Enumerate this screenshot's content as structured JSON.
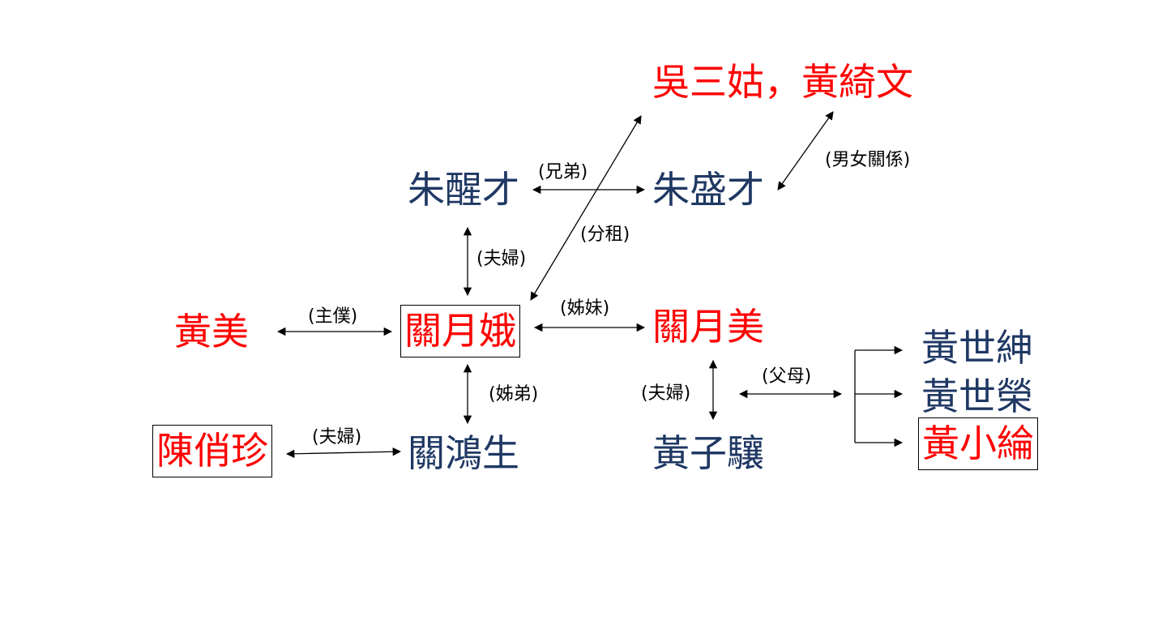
{
  "people": {
    "wu_huang": "吳三姑，黃綺文",
    "zhu_xingcai": "朱醒才",
    "zhu_shengcai": "朱盛才",
    "huang_mei": "黃美",
    "guan_yuee": "關月娥",
    "guan_yuemei": "關月美",
    "chen_qiaozhen": "陳俏珍",
    "guan_hongsheng": "關鴻生",
    "huang_zirang": "黃子驤",
    "huang_shishen": "黃世紳",
    "huang_shirong": "黃世榮",
    "huang_xiaolun": "黃小綸"
  },
  "relations": {
    "brothers": "(兄弟)",
    "lovers": "(男女關係)",
    "tenancy": "(分租)",
    "couple_top": "(夫婦)",
    "master_servant": "(主僕)",
    "sisters": "(姊妹)",
    "siblings": "(姊弟)",
    "couple_right": "(夫婦)",
    "parents": "(父母)",
    "couple_bottom": "(夫婦)"
  },
  "colors": {
    "red": "#ff0000",
    "navy": "#1f3864"
  }
}
